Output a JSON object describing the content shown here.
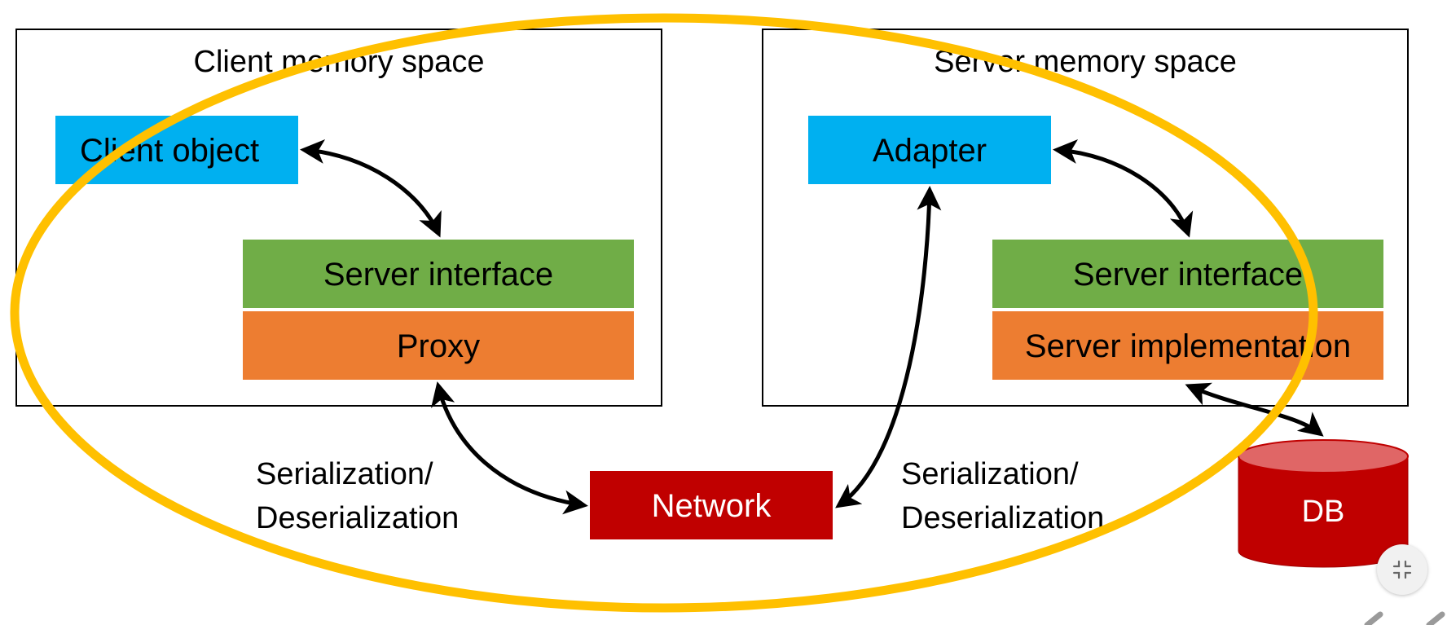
{
  "client_space": {
    "title": "Client memory space",
    "client_object": "Client object",
    "server_interface": "Server interface",
    "proxy": "Proxy"
  },
  "server_space": {
    "title": "Server memory space",
    "adapter": "Adapter",
    "server_interface": "Server interface",
    "server_implementation": "Server implementation"
  },
  "network": "Network",
  "db": "DB",
  "serialization_left": {
    "line1": "Serialization/",
    "line2": "Deserialization"
  },
  "serialization_right": {
    "line1": "Serialization/",
    "line2": "Deserialization"
  },
  "colors": {
    "blue": "#00B0F0",
    "green": "#70AD47",
    "orange": "#ED7D31",
    "red": "#C00000",
    "db_top": "#E06666",
    "highlight": "#FFC000"
  },
  "controls": {
    "fit_icon": "collapse-arrows-icon",
    "nav_icon": "chevron-icon"
  }
}
